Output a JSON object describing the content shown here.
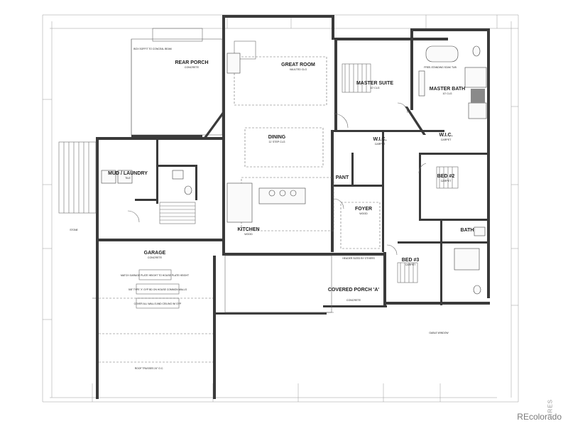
{
  "rooms": [
    {
      "name": "REAR PORCH",
      "sub": "CONCRETE"
    },
    {
      "name": "GREAT ROOM",
      "sub": "VAULTED CLG"
    },
    {
      "name": "MASTER SUITE",
      "sub": "10' CLG"
    },
    {
      "name": "MASTER BATH",
      "sub": "10' CLG"
    },
    {
      "name": "W.I.C.",
      "sub": "CARPET"
    },
    {
      "name": "W.I.C.",
      "sub": "CARPET"
    },
    {
      "name": "DINING",
      "sub": "11' STEP CLG"
    },
    {
      "name": "MUD / LAUNDRY",
      "sub": "TILE"
    },
    {
      "name": "PANT",
      "sub": ""
    },
    {
      "name": "BED #2",
      "sub": "CARPET"
    },
    {
      "name": "FOYER",
      "sub": "WOOD"
    },
    {
      "name": "KITCHEN",
      "sub": "WOOD"
    },
    {
      "name": "BATH",
      "sub": ""
    },
    {
      "name": "BED #3",
      "sub": "CARPET"
    },
    {
      "name": "GARAGE",
      "sub": "CONCRETE"
    },
    {
      "name": "COVERED PORCH 'A'",
      "sub": "CONCRETE"
    }
  ],
  "notes": {
    "garage_notes": [
      "MATCH GARAGE PLATE HEIGHT TO HOUSE PLATE HEIGHT",
      "5/8\" TYPE 'X' GYP BD ON HOUSE COMMON WALLS",
      "COVER ALL WALLS AND CEILING W/ GYP"
    ],
    "roof_trusses": "ROOF TRUSSES 24\" O.C.",
    "box_soffit": "BOX SOFFIT TO CONCEAL BEAM",
    "stone": "STONE",
    "header": "HEADER SIZED BY OTHERS",
    "gable_window": "GABLE WINDOW",
    "tub": "FREE-STANDING SOAK TUB"
  },
  "watermark": "REcolorado",
  "side_tag": "IRES"
}
